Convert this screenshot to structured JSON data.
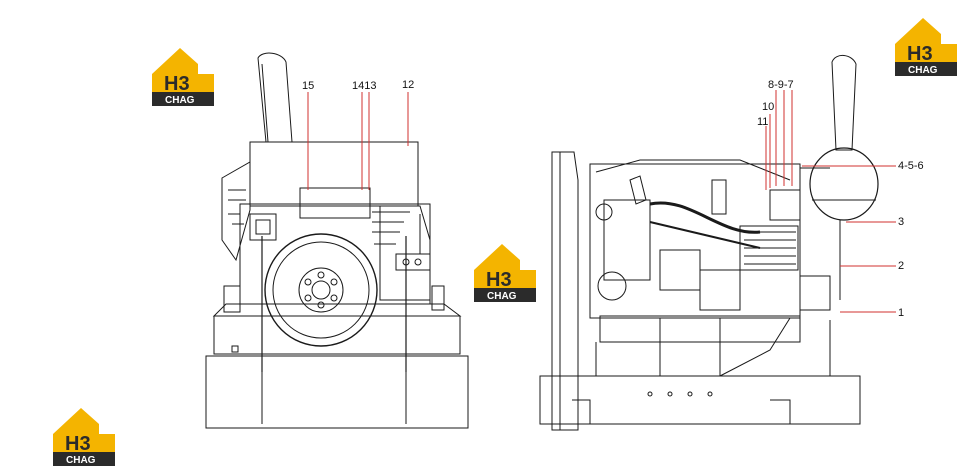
{
  "callouts": {
    "c15": "15",
    "c1413": "1413",
    "c12": "12",
    "c8_9_7": "8-9-7",
    "c10": "10",
    "c11": "11",
    "c4_5_6": "4-5-6",
    "c3": "3",
    "c2": "2",
    "c1": "1"
  },
  "watermark": {
    "big": "H3",
    "small": "CHAG"
  },
  "colors": {
    "leader": "#d0322f",
    "line": "#1a1a1a",
    "logo_gold": "#f4b400",
    "logo_dark": "#2b2b2b"
  }
}
